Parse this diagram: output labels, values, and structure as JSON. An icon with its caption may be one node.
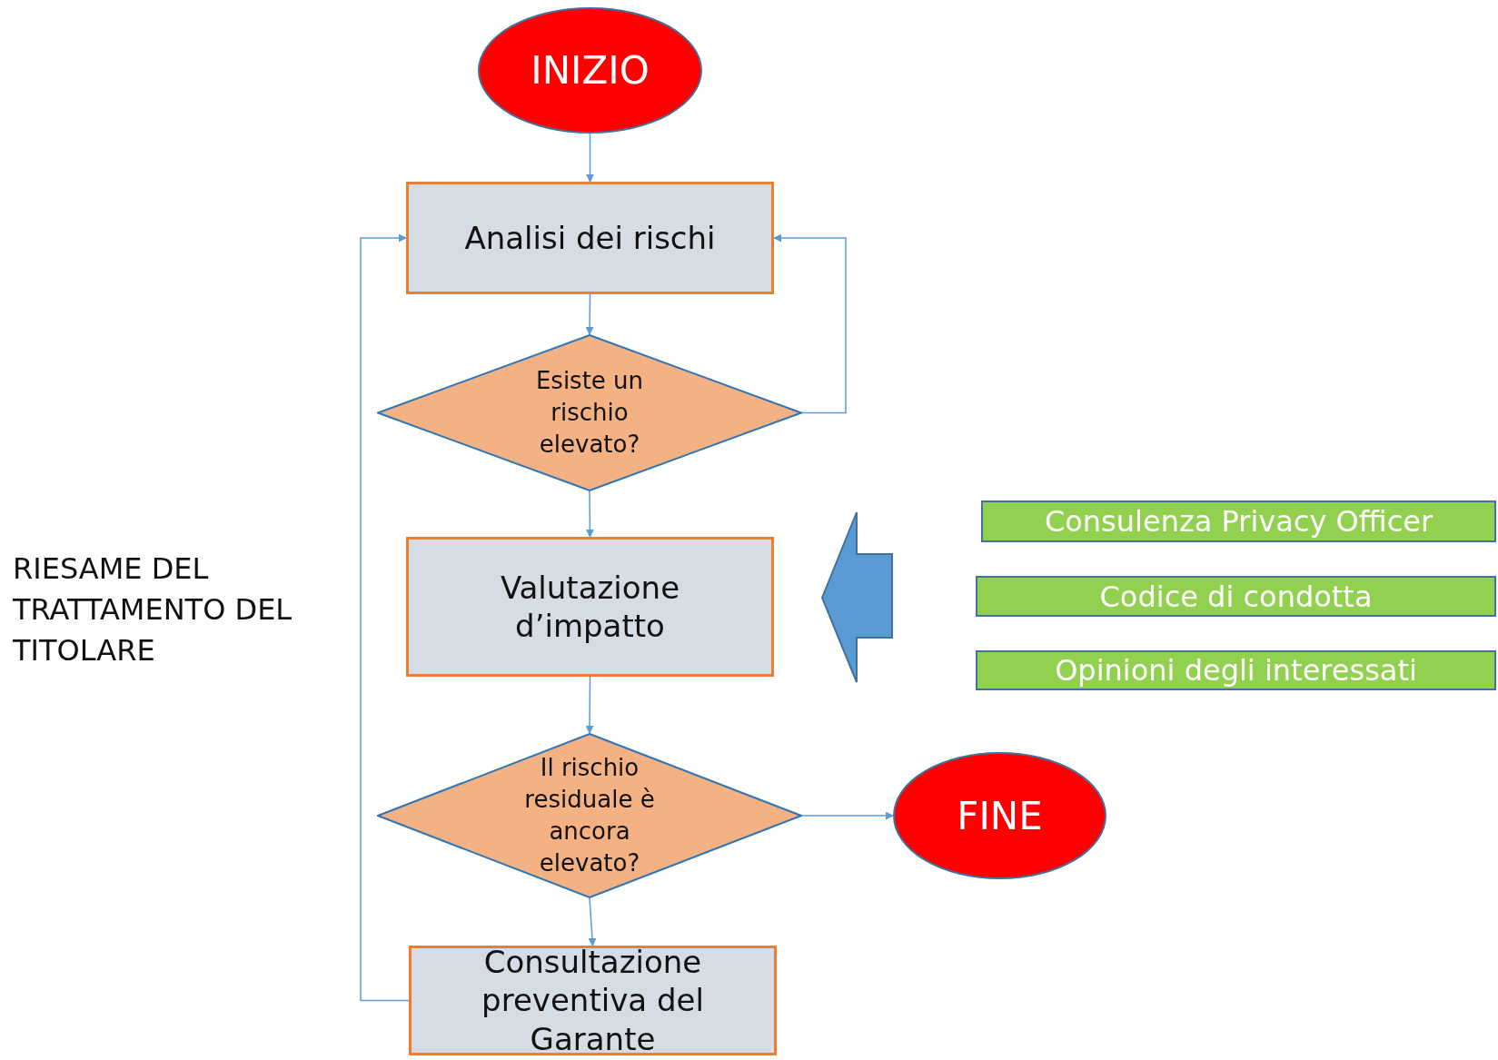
{
  "diagram": {
    "nodes": [
      {
        "text": [
          "INIZIO"
        ]
      },
      {
        "text": [
          "Analisi dei rischi"
        ]
      },
      {
        "text": [
          "Esiste un rischio elevato?"
        ]
      },
      {
        "text": [
          "Valutazione d’impatto"
        ]
      },
      {
        "text": [
          "Il rischio residuale è ancora elevato?"
        ]
      },
      {
        "text": [
          "FINE"
        ]
      },
      {
        "text": [
          "Consultazione preventiva del Garante"
        ]
      },
      {
        "text": [],
        "shape": "arrow"
      },
      {
        "text": [
          "Consulenza Privacy Officer"
        ]
      },
      {
        "text": [
          "Codice di condotta"
        ]
      },
      {
        "text": [
          "Opinioni degli interessati"
        ]
      }
    ],
    "edges": [
      {
        "from": 0,
        "to": 1,
        "arrow": "to"
      },
      {
        "from": 1,
        "to": 2,
        "arrow": "to"
      },
      {
        "from": 2,
        "to": 1,
        "arrow": "to"
      },
      {
        "from": 2,
        "to": 3,
        "arrow": "to"
      },
      {
        "from": 3,
        "to": 4,
        "arrow": "to"
      },
      {
        "from": 4,
        "to": 5,
        "arrow": "to"
      },
      {
        "from": 4,
        "to": 6,
        "arrow": "to"
      },
      {
        "from": 6,
        "to": 1,
        "arrow": "to"
      }
    ],
    "labels": [
      "RIESAME DEL TRATTAMENTO DEL TITOLARE"
    ]
  }
}
